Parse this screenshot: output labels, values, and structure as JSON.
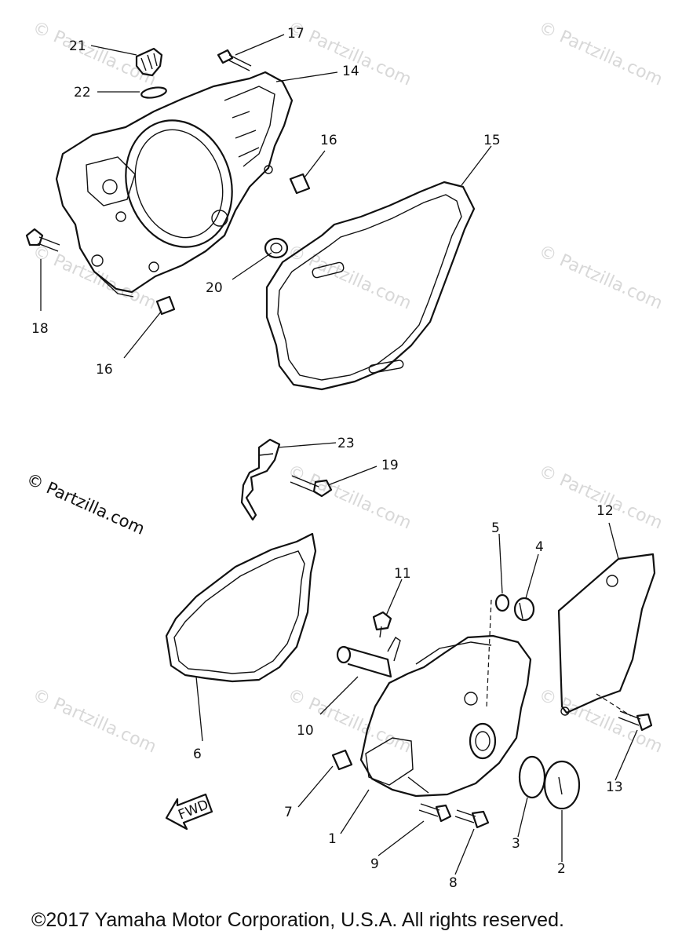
{
  "watermark_text": "© Partzilla.com",
  "brand_label": "© Partzilla.com",
  "copyright": "©2017 Yamaha Motor Corporation, U.S.A. All rights reserved.",
  "fwd_label": "FWD",
  "callouts": {
    "n1": "1",
    "n2": "2",
    "n3": "3",
    "n4": "4",
    "n5": "5",
    "n6": "6",
    "n7": "7",
    "n8": "8",
    "n9": "9",
    "n10": "10",
    "n11": "11",
    "n12": "12",
    "n13": "13",
    "n14": "14",
    "n15": "15",
    "n16a": "16",
    "n16b": "16",
    "n17": "17",
    "n18": "18",
    "n19": "19",
    "n20": "20",
    "n21": "21",
    "n22": "22",
    "n23": "23"
  }
}
